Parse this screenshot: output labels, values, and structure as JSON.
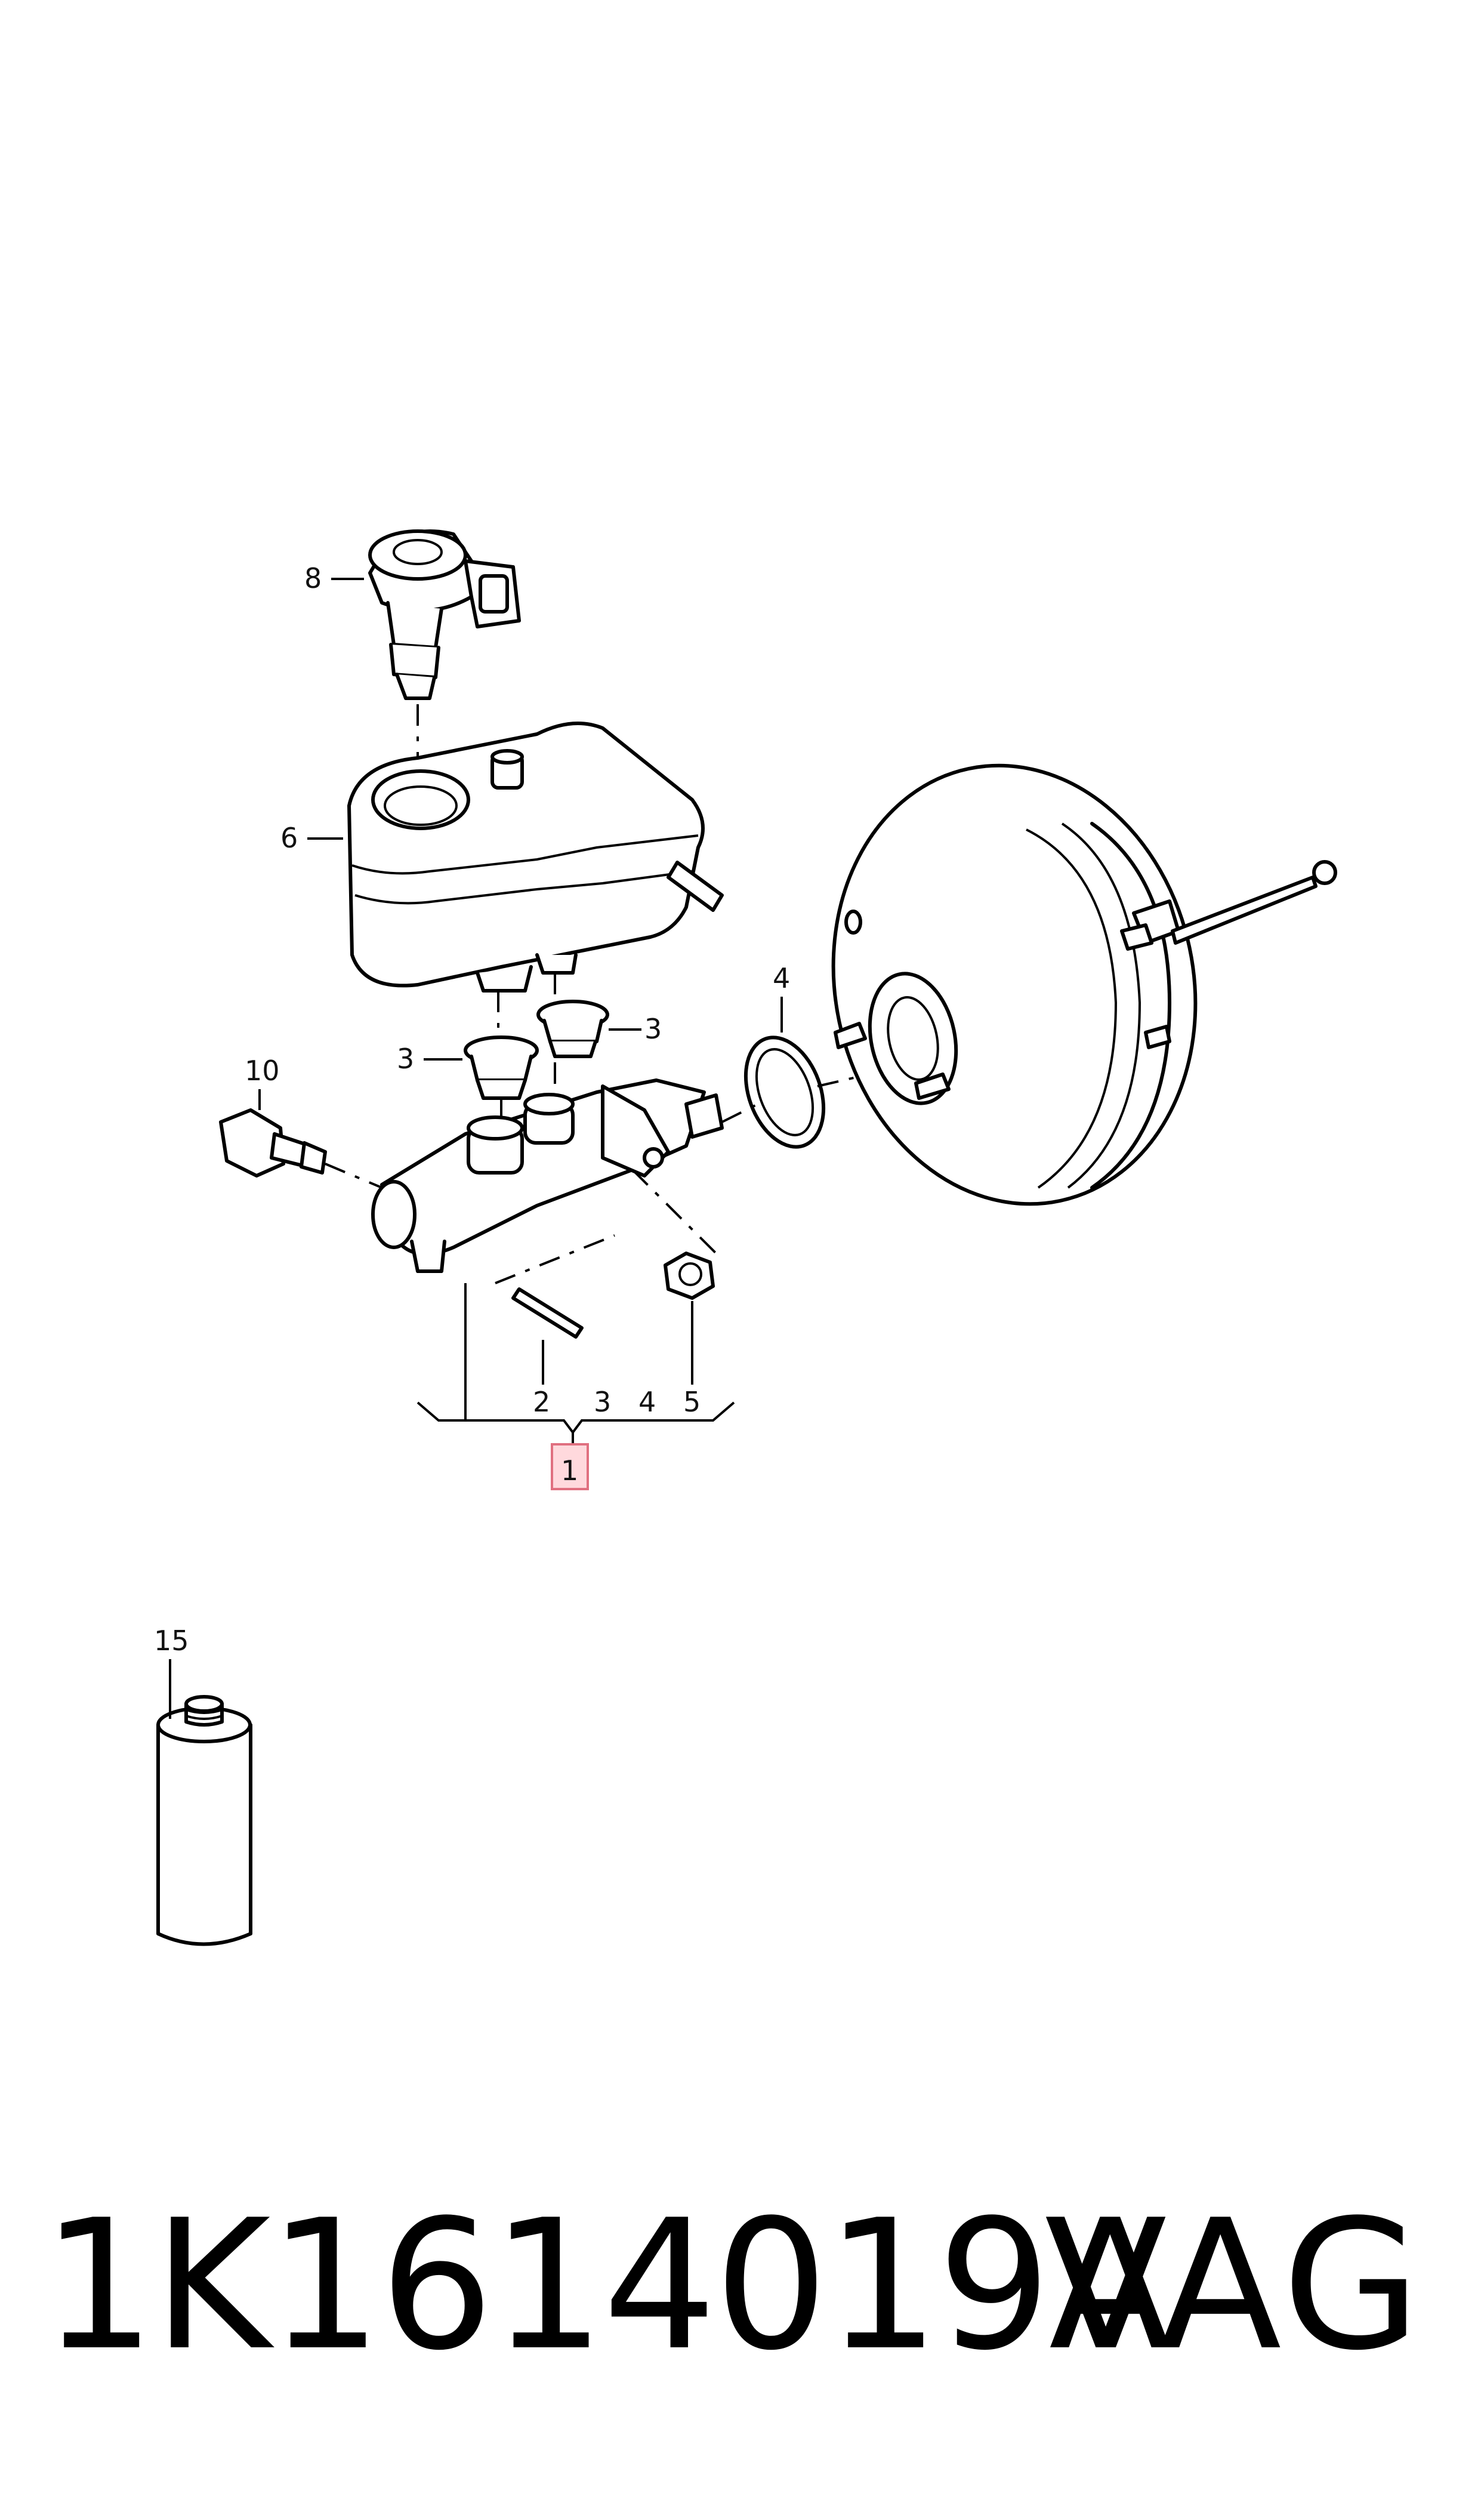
{
  "callouts": {
    "c1": "1",
    "c2": "2",
    "c3a": "3",
    "c3b": "3",
    "c3c": "3",
    "c4a": "4",
    "c4b": "4",
    "c5": "5",
    "c6": "6",
    "c8": "8",
    "c10": "10",
    "c15": "15"
  },
  "footer": {
    "part_number": "1K1614019A",
    "brand": "VAG"
  },
  "colors": {
    "line": "#000000",
    "highlight_fill": "#ffd9dd",
    "highlight_border": "#e07080"
  }
}
